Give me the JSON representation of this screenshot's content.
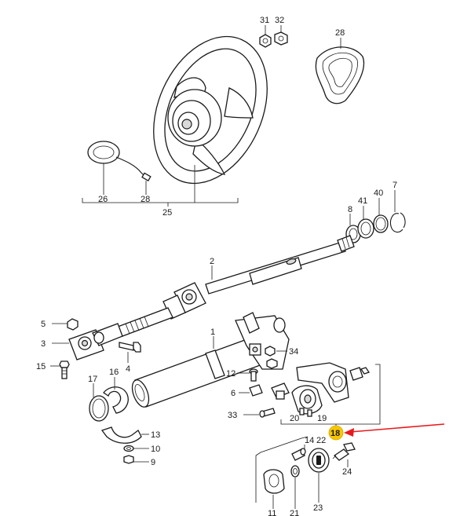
{
  "diagram": {
    "labels": {
      "p31": "31",
      "p32": "32",
      "p28a": "28",
      "p26": "26",
      "p28b": "28",
      "p25": "25",
      "p8": "8",
      "p41": "41",
      "p40": "40",
      "p7": "7",
      "p2": "2",
      "p1": "1",
      "p5": "5",
      "p3": "3",
      "p4": "4",
      "p15": "15",
      "p17": "17",
      "p16": "16",
      "p13": "13",
      "p10": "10",
      "p9": "9",
      "p34": "34",
      "p12": "12",
      "p6": "6",
      "p33": "33",
      "p20": "20",
      "p19": "19",
      "p18": "18",
      "p14": "14",
      "p22": "22",
      "p24": "24",
      "p11": "11",
      "p21": "21",
      "p23": "23"
    },
    "highlight": {
      "label": "18",
      "marker_color": "#f7c600",
      "arrow_color": "#e8191c"
    }
  }
}
